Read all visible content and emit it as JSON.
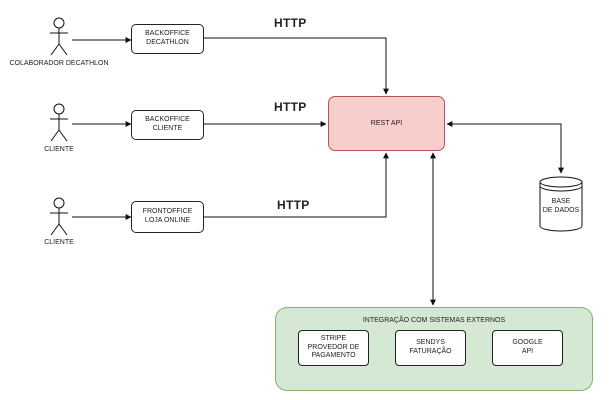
{
  "actors": [
    {
      "label": "COLABORADOR DECATHLON"
    },
    {
      "label": "CLIENTE"
    },
    {
      "label": "CLIENTE"
    }
  ],
  "clients": [
    {
      "label": "BACKOFFICE\nDECATHLON"
    },
    {
      "label": "BACKOFFICE\nCLIENTE"
    },
    {
      "label": "FRONTOFFICE\nLOJA ONLINE"
    }
  ],
  "protocol_labels": [
    "HTTP",
    "HTTP",
    "HTTP"
  ],
  "api": {
    "label": "REST API",
    "color": "#f8cecc",
    "border": "#b85450"
  },
  "database": {
    "label": "BASE\nDE DADOS"
  },
  "integrations": {
    "title": "INTEGRAÇÃO COM SISTEMAS EXTERNOS",
    "color": "#d5e8d4",
    "border": "#82b366",
    "items": [
      {
        "label": "STRIPE\nPROVEDOR DE\nPAGAMENTO"
      },
      {
        "label": "SENDYS\nFATURAÇÃO"
      },
      {
        "label": "GOOGLE\nAPI"
      }
    ]
  }
}
